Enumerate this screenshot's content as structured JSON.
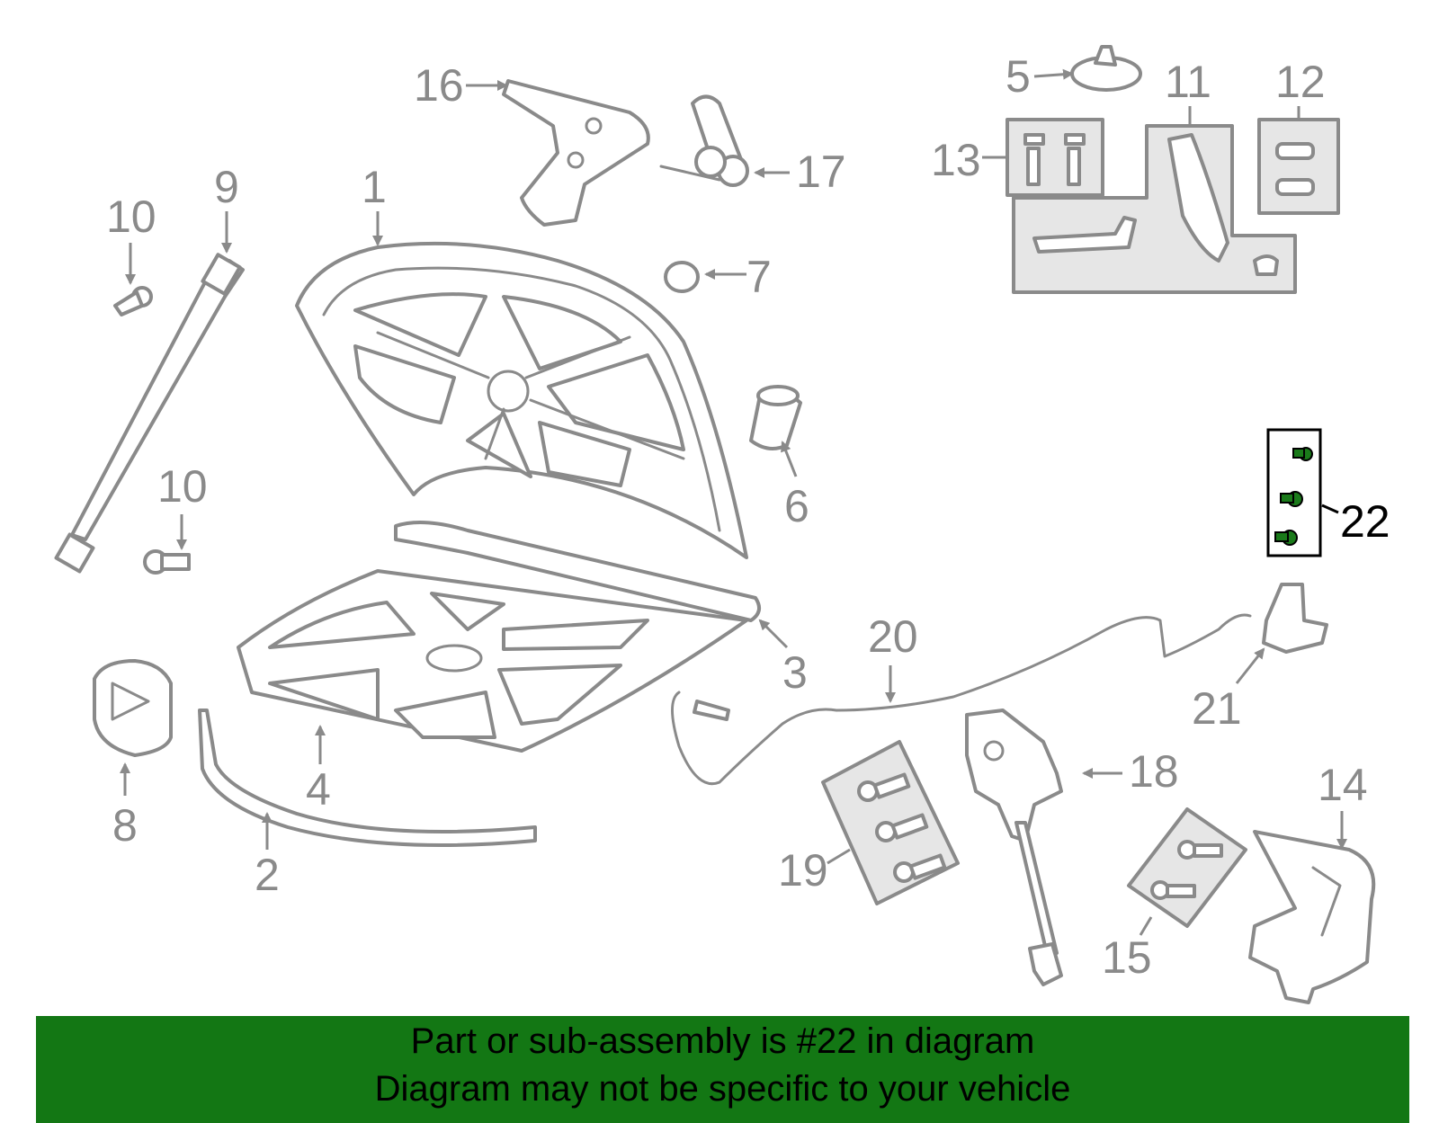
{
  "diagram": {
    "callouts": [
      "1",
      "2",
      "3",
      "4",
      "5",
      "6",
      "7",
      "8",
      "9",
      "10",
      "10",
      "11",
      "12",
      "13",
      "14",
      "15",
      "16",
      "17",
      "18",
      "19",
      "20",
      "21",
      "22"
    ],
    "highlight_callout": "22",
    "highlight_color": "#1a7a1a"
  },
  "banner": {
    "line1": "Part or sub-assembly is #22 in diagram",
    "line2": "Diagram may not be specific to your vehicle",
    "background": "#137714"
  }
}
